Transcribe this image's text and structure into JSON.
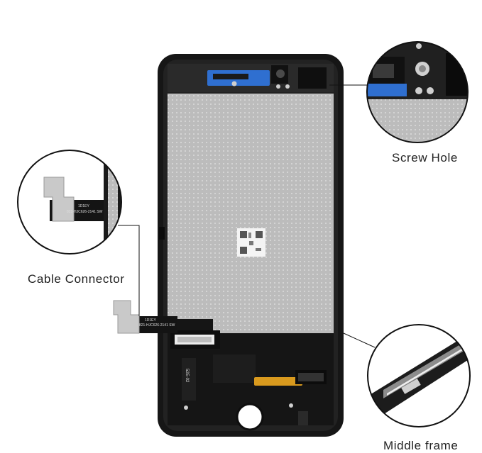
{
  "callouts": {
    "screw_hole": "Screw Hole",
    "cable_connector": "Cable Connector",
    "middle_frame": "Middle frame"
  },
  "flex_print": {
    "code_line_1": "1D1EY",
    "code_line_2": "821-HJC626-2141 SW"
  },
  "side_print": "52E-02",
  "colors": {
    "frame": "#1a1a1a",
    "panel": "#bdbdbd",
    "bracket_blue": "#2f6fd0",
    "flex_gold": "#d99a1e",
    "connector_metal": "#c9c9c9",
    "callout_border": "#111111"
  }
}
